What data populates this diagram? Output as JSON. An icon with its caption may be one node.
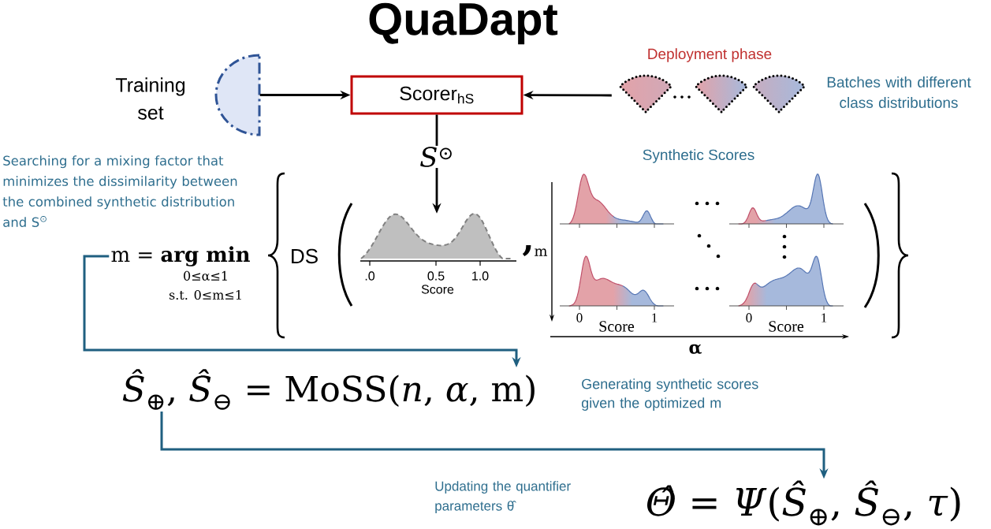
{
  "diagram": {
    "title": "QuaDapt",
    "nodes": [
      {
        "text": [
          "Training set"
        ]
      },
      {
        "text": [
          "Scorer$_{hS}$"
        ]
      },
      {
        "text": [
          "Deployment phase"
        ],
        "beside": [
          "Batches with different class distributions"
        ]
      },
      {
        "text": [
          "*S*$^{⊙}$"
        ]
      },
      {
        "text": [
          ".0",
          "0.5",
          "1.0",
          "Score"
        ]
      },
      {
        "text": [
          "m = **arg min**",
          "0≤α≤1",
          "s.t. 0≤m≤1"
        ]
      },
      {
        "text": [
          "*Ŝ*$_{⊕}$, *Ŝ*$_{⊖}$ = MoSS(*n*, *α*, m)"
        ]
      },
      {
        "text": [
          "*Θ̂* = *Ψ*(*Ŝ*$_{⊕}$, *Ŝ*$_{⊖}$, *τ*)"
        ]
      }
    ],
    "edges": [
      {
        "from": 0,
        "to": 1,
        "arrow": "to"
      },
      {
        "from": 2,
        "to": 1,
        "arrow": "to"
      },
      {
        "from": 1,
        "to": 3,
        "arrow": "none"
      },
      {
        "from": 3,
        "to": 4,
        "arrow": "to"
      },
      {
        "from": 5,
        "to": 6,
        "arrow": "to",
        "color": "#1f5f80"
      },
      {
        "from": 6,
        "to": 7,
        "arrow": "to",
        "color": "#1f5f80"
      }
    ],
    "labels": [
      "Searching for a mixing factor that minimizes the dissimilarity between the combined synthetic distribution and S$^{⊙}$",
      "Synthetic Scores",
      "DS",
      ",",
      "m",
      "0",
      "Score",
      "1",
      "0",
      "Score",
      "1",
      "α",
      "Generating synthetic scores given the optimized m",
      "Updating the quantifier parameters θ̂"
    ]
  }
}
